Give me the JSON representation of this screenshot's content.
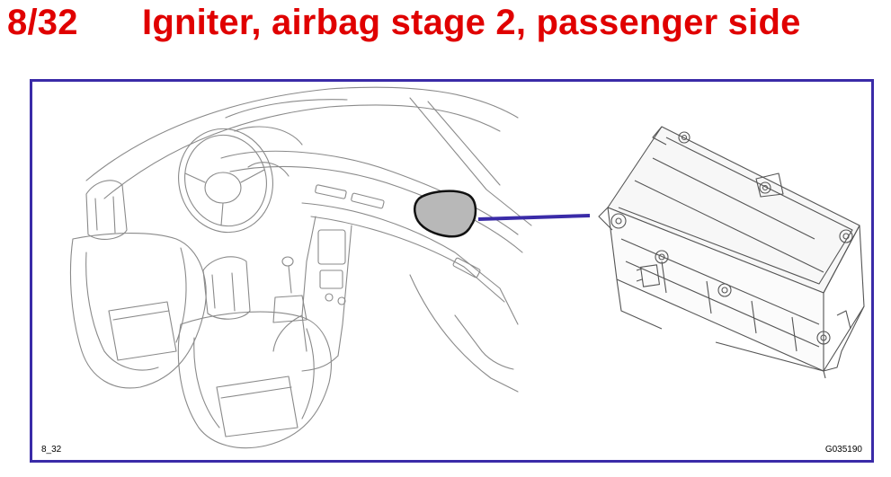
{
  "header": {
    "number": "8/32",
    "title": "Igniter, airbag stage 2, passenger side"
  },
  "figure": {
    "code_left": "8_32",
    "code_right": "G035190"
  },
  "colors": {
    "title": "#e00000",
    "frame": "#3a2ba8",
    "connector": "#3a2ba8",
    "highlight": "#b8b8b8"
  },
  "icons": [
    "car-interior-illustration",
    "airbag-module-illustration"
  ]
}
